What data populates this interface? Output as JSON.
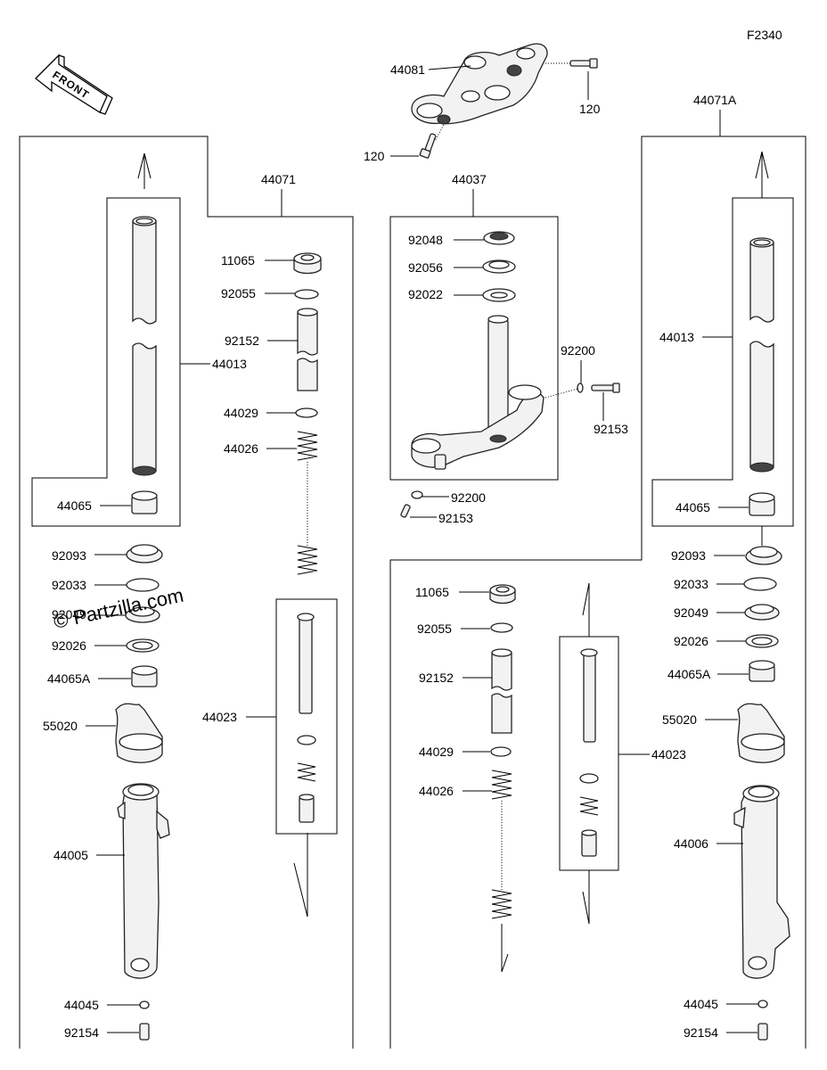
{
  "figure_code": "F2340",
  "front_label": "FRONT",
  "watermark": "© Partzilla.com",
  "callouts": {
    "c44081": "44081",
    "c120a": "120",
    "c120b": "120",
    "c44071": "44071",
    "c44037": "44037",
    "c44071A": "44071A",
    "c92048": "92048",
    "c92056": "92056",
    "c92022": "92022",
    "c92200a": "92200",
    "c92153a": "92153",
    "c92200b": "92200",
    "c92153b": "92153",
    "L44013": "44013",
    "L44065": "44065",
    "L92093": "92093",
    "L92033": "92033",
    "L92049": "92049",
    "L92026": "92026",
    "L44065A": "44065A",
    "L55020": "55020",
    "L44005": "44005",
    "L44045": "44045",
    "L92154": "92154",
    "M11065": "11065",
    "M92055": "92055",
    "M92152": "92152",
    "M44029": "44029",
    "M44026": "44026",
    "M44023": "44023",
    "R11065": "11065",
    "R92055": "92055",
    "R92152": "92152",
    "R44029": "44029",
    "R44026": "44026",
    "R44023": "44023",
    "R44013": "44013",
    "R44065": "44065",
    "R92093": "92093",
    "R92033": "92033",
    "R92049": "92049",
    "R92026": "92026",
    "R44065A": "44065A",
    "R55020": "55020",
    "R44006": "44006",
    "R44045": "44045",
    "R92154": "92154"
  }
}
